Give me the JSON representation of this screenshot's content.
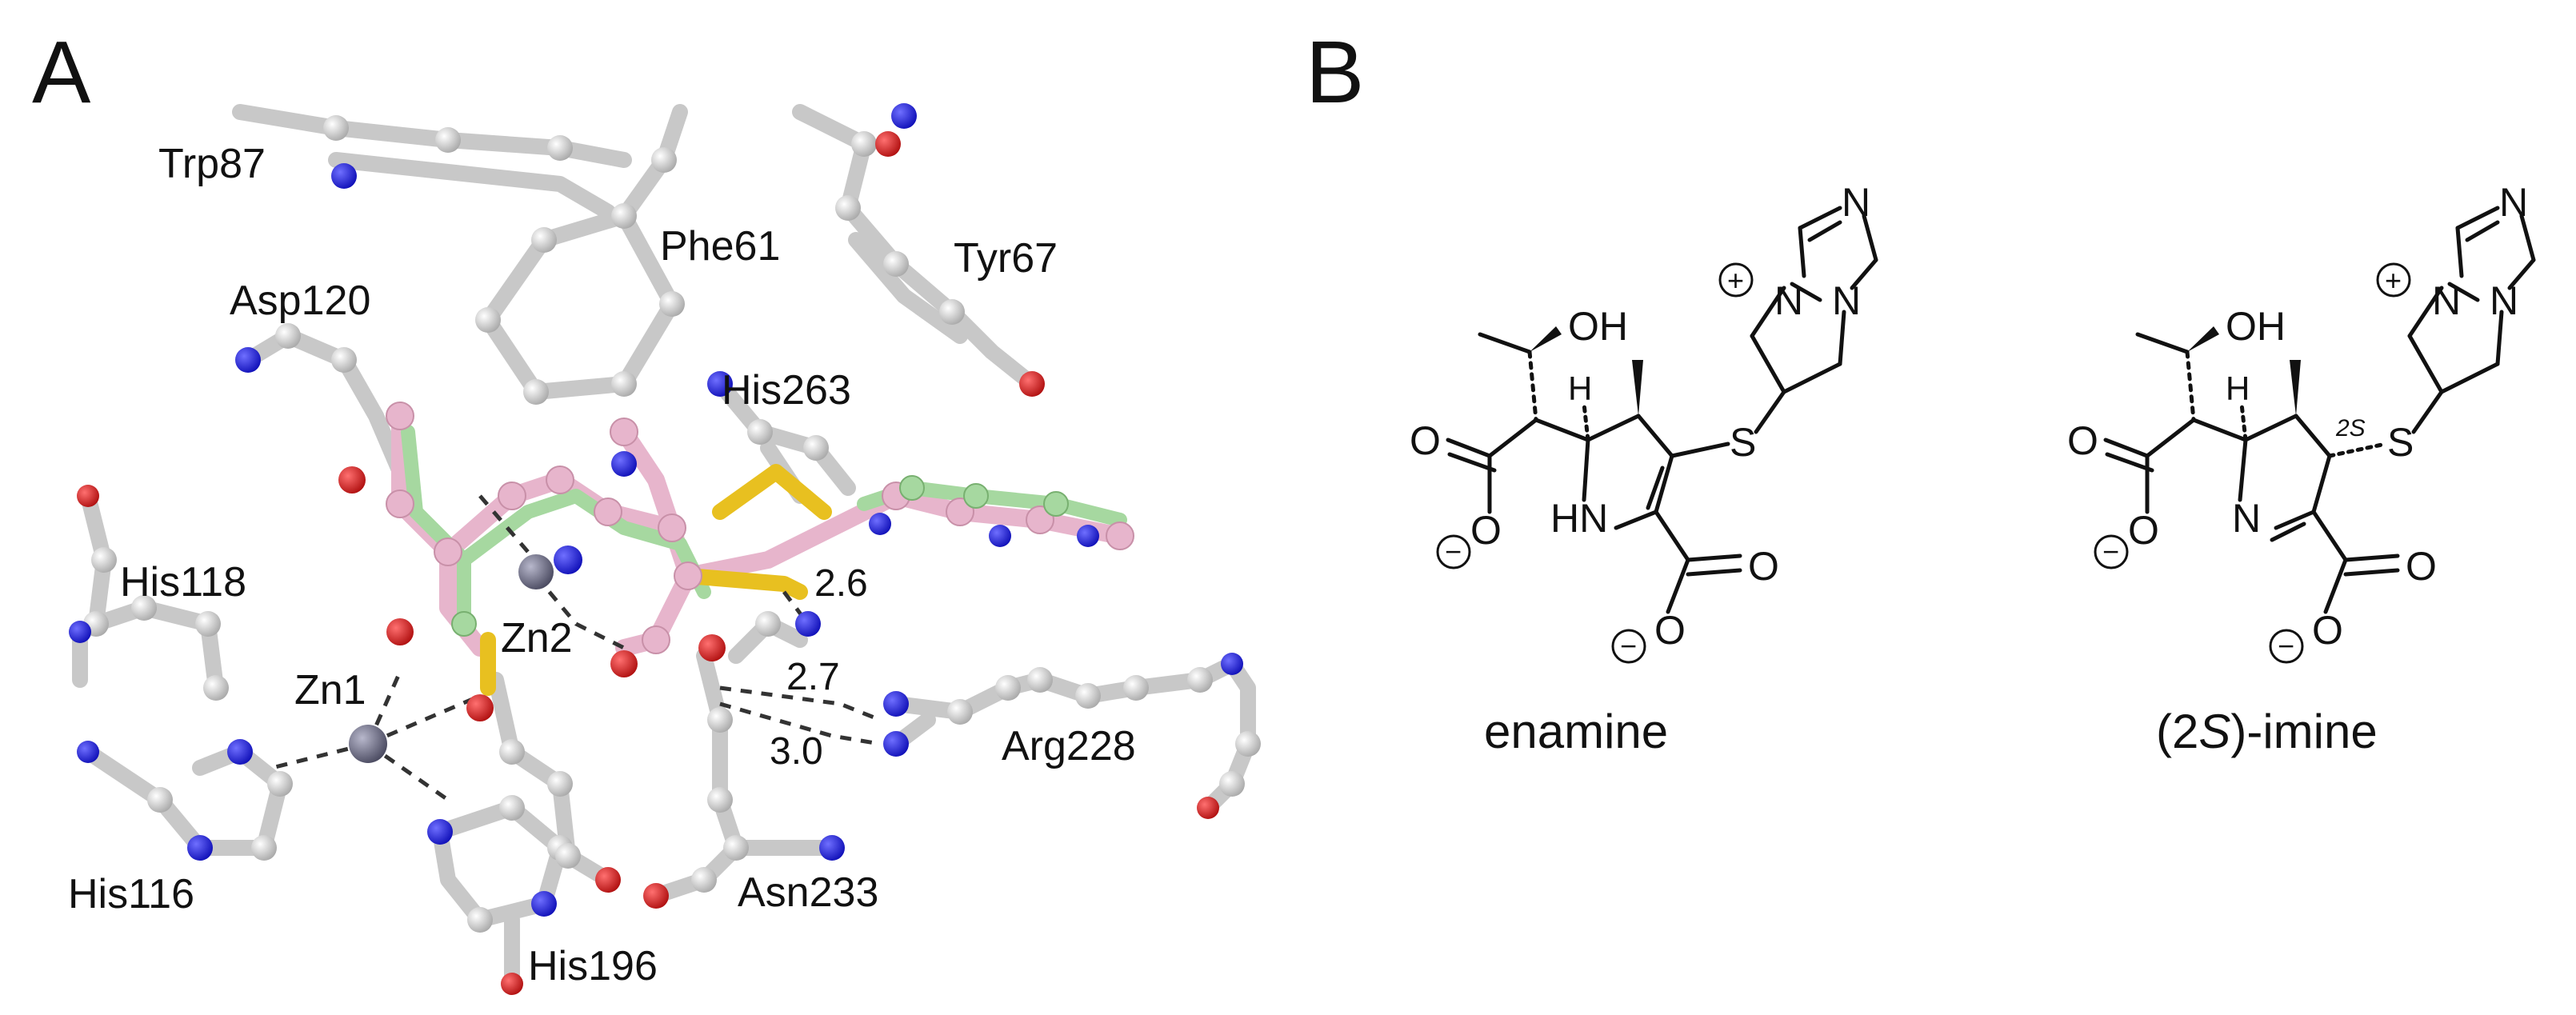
{
  "panel_a": {
    "label": "A",
    "residues": {
      "trp87": "Trp87",
      "phe61": "Phe61",
      "tyr67": "Tyr67",
      "asp120": "Asp120",
      "his263": "His263",
      "his118": "His118",
      "zn2": "Zn2",
      "zn1": "Zn1",
      "his116": "His116",
      "his196": "His196",
      "asn233": "Asn233",
      "arg228": "Arg228"
    },
    "distances": {
      "d1": "2.6",
      "d2": "2.7",
      "d3": "3.0"
    },
    "colors": {
      "carbon": "#cfcfcf",
      "nitrogen": "#2020e0",
      "oxygen": "#e02020",
      "sulfur": "#e8c020",
      "zinc": "#777790",
      "ligand_pink": "#e7b5cc",
      "ligand_green": "#a6d8a0"
    }
  },
  "panel_b": {
    "label": "B",
    "enamine": {
      "name": "enamine",
      "atoms": {
        "oh": "OH",
        "h": "H",
        "s": "S",
        "hn": "HN",
        "o1": "O",
        "o2": "O",
        "o3": "O",
        "o4": "O",
        "n1": "N",
        "n2": "N",
        "n3": "N",
        "plus": "+",
        "minus1": "−",
        "minus2": "−"
      }
    },
    "imine": {
      "name_prefix": "(2",
      "name_italic": "S",
      "name_suffix": ")-imine",
      "stereo_label": "2S",
      "atoms": {
        "oh": "OH",
        "h": "H",
        "s": "S",
        "n_ring": "N",
        "o1": "O",
        "o2": "O",
        "o3": "O",
        "o4": "O",
        "n1": "N",
        "n2": "N",
        "n3": "N",
        "plus": "+",
        "minus1": "−",
        "minus2": "−"
      }
    }
  }
}
